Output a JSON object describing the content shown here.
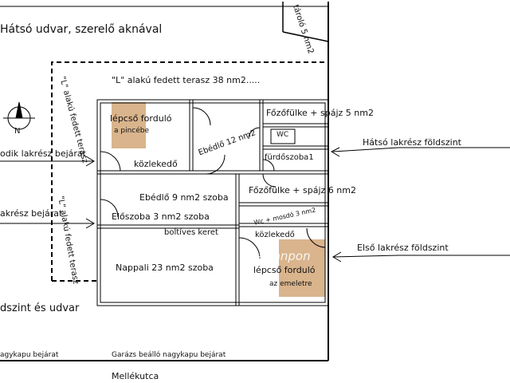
{
  "labels": {
    "back_yard": "Hátsó udvar, szerelő aknával",
    "storage": "tároló 5 nm2",
    "terrace_top": "\"L\" alakú fedett terasz 38 nm2.....",
    "terrace_side_1": "\"L\" alakú fedett terasz",
    "terrace_side_2": "\"L\" alakú fedett terasz",
    "stair_top": "lépcső forduló",
    "to_cellar": "a pincébe",
    "dining_12": "Ebédlő 12 nm2",
    "pantry_5": "Főzőfülke + spájz 5 nm2",
    "wc": "WC",
    "corridor_top": "közlekedő",
    "bathroom": "fürdőszoba1",
    "second_entrance": "odik lakrész bejárat",
    "back_ground_floor": "Hátsó lakrész földszint",
    "dining_9": "Ebédlő 9 nm2 szoba",
    "pantry_6": "Főzőfülke + spájz 6 nm2",
    "hall_3": "Előszoba 3 nm2 szoba",
    "wc_wash": "Wc + mosdó 3 nm2",
    "entrance": "akrész bejárat",
    "arch_frame": "boltíves keret",
    "corridor_bottom": "közlekedő",
    "watermark": "Ingatlanpon",
    "living_23": "Nappali 23 nm2 szoba",
    "stair_bottom": "lépcső forduló",
    "upstairs": "az emeletre",
    "first_ground_floor": "Első lakrész földszint",
    "ground_and_yard": "dszint és udvar",
    "gate_entrance": "agykapu bejárat",
    "garage_entrance": "Garázs beálló nagykapu bejárat",
    "side_street": "Mellékutca",
    "compass_n": "N"
  }
}
